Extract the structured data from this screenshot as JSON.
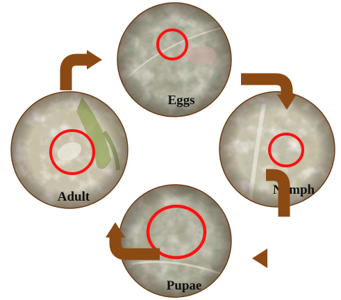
{
  "stages": [
    {
      "id": "eggs",
      "label": "Eggs"
    },
    {
      "id": "nymph",
      "label": "Nymph"
    },
    {
      "id": "pupae",
      "label": "Pupae"
    },
    {
      "id": "adult",
      "label": "Adult"
    }
  ],
  "colors": {
    "arrow": "#8b4a14",
    "highlight_ring": "#ff1010",
    "photo_border": "#6b3c18"
  },
  "icons": {
    "arrow": "curved-arrow-icon",
    "highlight": "red-circle-highlight"
  }
}
